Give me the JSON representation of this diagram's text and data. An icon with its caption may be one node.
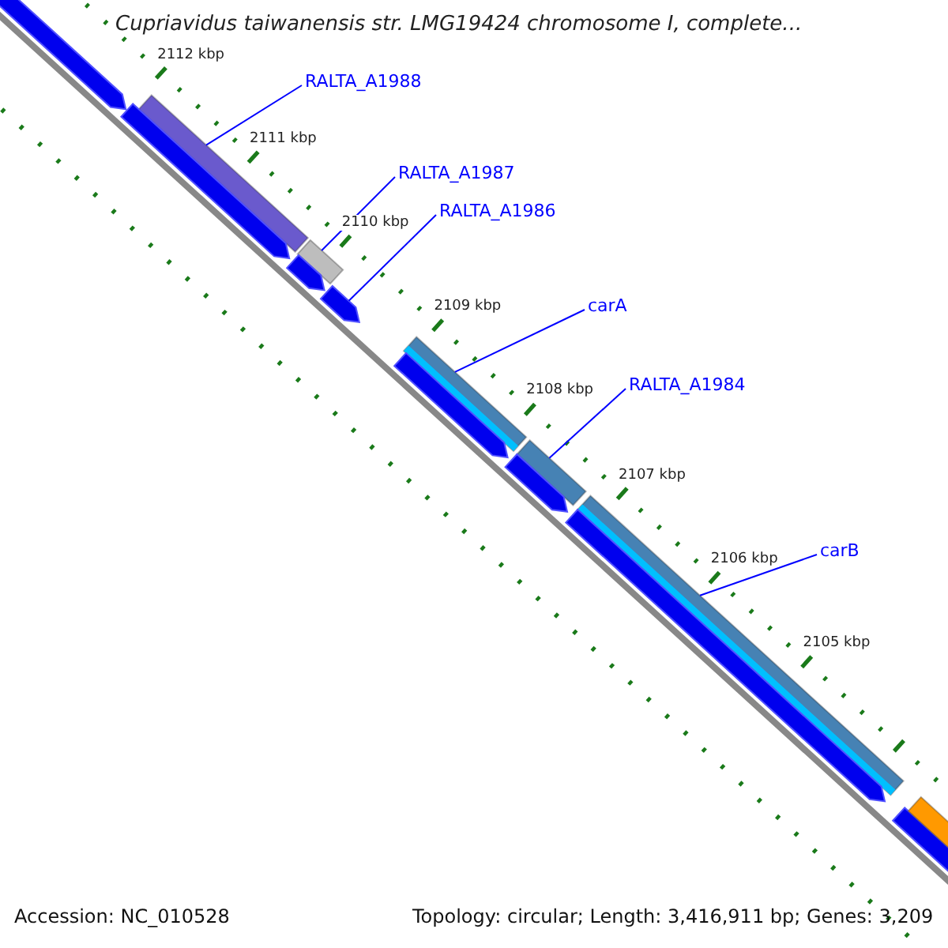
{
  "diagram": {
    "title": "Cupriavidus taiwanensis str. LMG19424 chromosome I, complete...",
    "nodes": [
      {
        "text": [
          "RALTA_A1988"
        ]
      },
      {
        "text": [],
        "shape": "bar"
      },
      {
        "text": [
          "RALTA_A1987"
        ]
      },
      {
        "text": [],
        "shape": "bar"
      },
      {
        "text": [
          "RALTA_A1986"
        ]
      },
      {
        "text": [],
        "shape": "pentagon"
      },
      {
        "text": [
          "carA"
        ]
      },
      {
        "text": [],
        "shape": "bar"
      },
      {
        "text": [
          "RALTA_A1984"
        ]
      },
      {
        "text": [],
        "shape": "bar"
      },
      {
        "text": [
          "carB"
        ]
      },
      {
        "text": [],
        "shape": "bar"
      },
      {
        "text": [],
        "shape": "pentagon"
      },
      {
        "text": [],
        "shape": "pentagon"
      },
      {
        "text": [],
        "shape": "pentagon"
      },
      {
        "text": [],
        "shape": "pentagon"
      },
      {
        "text": [],
        "shape": "pentagon"
      },
      {
        "text": [],
        "shape": "pentagon"
      },
      {
        "text": [],
        "shape": "pentagon"
      },
      {
        "text": [],
        "shape": "bar"
      }
    ],
    "edges": [
      {
        "from": 0,
        "to": 1,
        "arrow": "none"
      },
      {
        "from": 2,
        "to": 3,
        "arrow": "none"
      },
      {
        "from": 4,
        "to": 5,
        "arrow": "none"
      },
      {
        "from": 6,
        "to": 7,
        "arrow": "none"
      },
      {
        "from": 8,
        "to": 9,
        "arrow": "none"
      },
      {
        "from": 10,
        "to": 11,
        "arrow": "none"
      }
    ],
    "labels": [
      "2112 kbp",
      "2111 kbp",
      "2110 kbp",
      "2109 kbp",
      "2108 kbp",
      "2107 kbp",
      "2106 kbp",
      "2105 kbp",
      "Accession: NC_010528",
      "Topology: circular; Length: 3,416,911 bp; Genes: 3,209"
    ]
  }
}
